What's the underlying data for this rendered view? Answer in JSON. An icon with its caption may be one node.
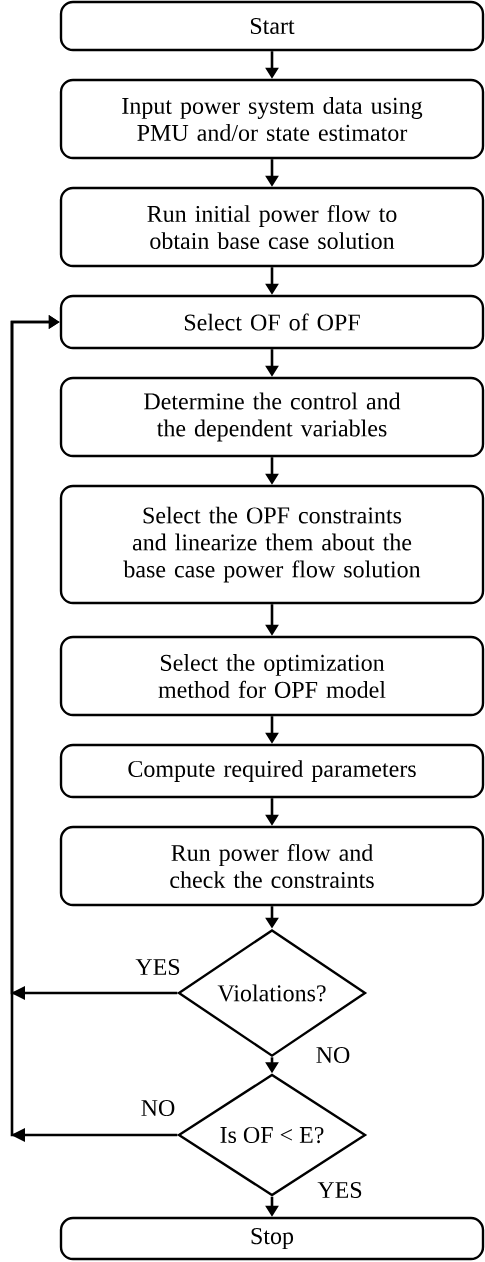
{
  "diagram": {
    "nodes": [
      {
        "text": [
          "Start"
        ]
      },
      {
        "text": [
          "Input power system data using PMU and/or state estimator"
        ]
      },
      {
        "text": [
          "Run initial power flow to obtain base case solution"
        ]
      },
      {
        "text": [
          "Select OF of OPF"
        ]
      },
      {
        "text": [
          "Determine the control and the dependent variables"
        ]
      },
      {
        "text": [
          "Select the OPF constraints and linearize them about the base case power flow solution"
        ]
      },
      {
        "text": [
          "Select the optimization method for OPF model"
        ]
      },
      {
        "text": [
          "Compute required parameters"
        ]
      },
      {
        "text": [
          "Run power flow and check the constraints"
        ]
      },
      {
        "text": [
          "Violations?"
        ]
      },
      {
        "text": [
          "Is OF < E?"
        ]
      },
      {
        "text": [
          "Stop"
        ]
      }
    ],
    "edges": [
      {
        "from": 0,
        "to": 1,
        "arrow": "to"
      },
      {
        "from": 1,
        "to": 2,
        "arrow": "to"
      },
      {
        "from": 2,
        "to": 3,
        "arrow": "to"
      },
      {
        "from": 3,
        "to": 4,
        "arrow": "to"
      },
      {
        "from": 4,
        "to": 5,
        "arrow": "to"
      },
      {
        "from": 5,
        "to": 6,
        "arrow": "to"
      },
      {
        "from": 6,
        "to": 7,
        "arrow": "to"
      },
      {
        "from": 7,
        "to": 8,
        "arrow": "to"
      },
      {
        "from": 8,
        "to": 9,
        "arrow": "to"
      },
      {
        "from": 9,
        "to": 3,
        "arrow": "to",
        "label": "YES"
      },
      {
        "from": 9,
        "to": 10,
        "arrow": "to",
        "label": "NO"
      },
      {
        "from": 10,
        "to": 3,
        "arrow": "to",
        "label": "NO"
      },
      {
        "from": 10,
        "to": 11,
        "arrow": "to",
        "label": "YES"
      }
    ]
  }
}
